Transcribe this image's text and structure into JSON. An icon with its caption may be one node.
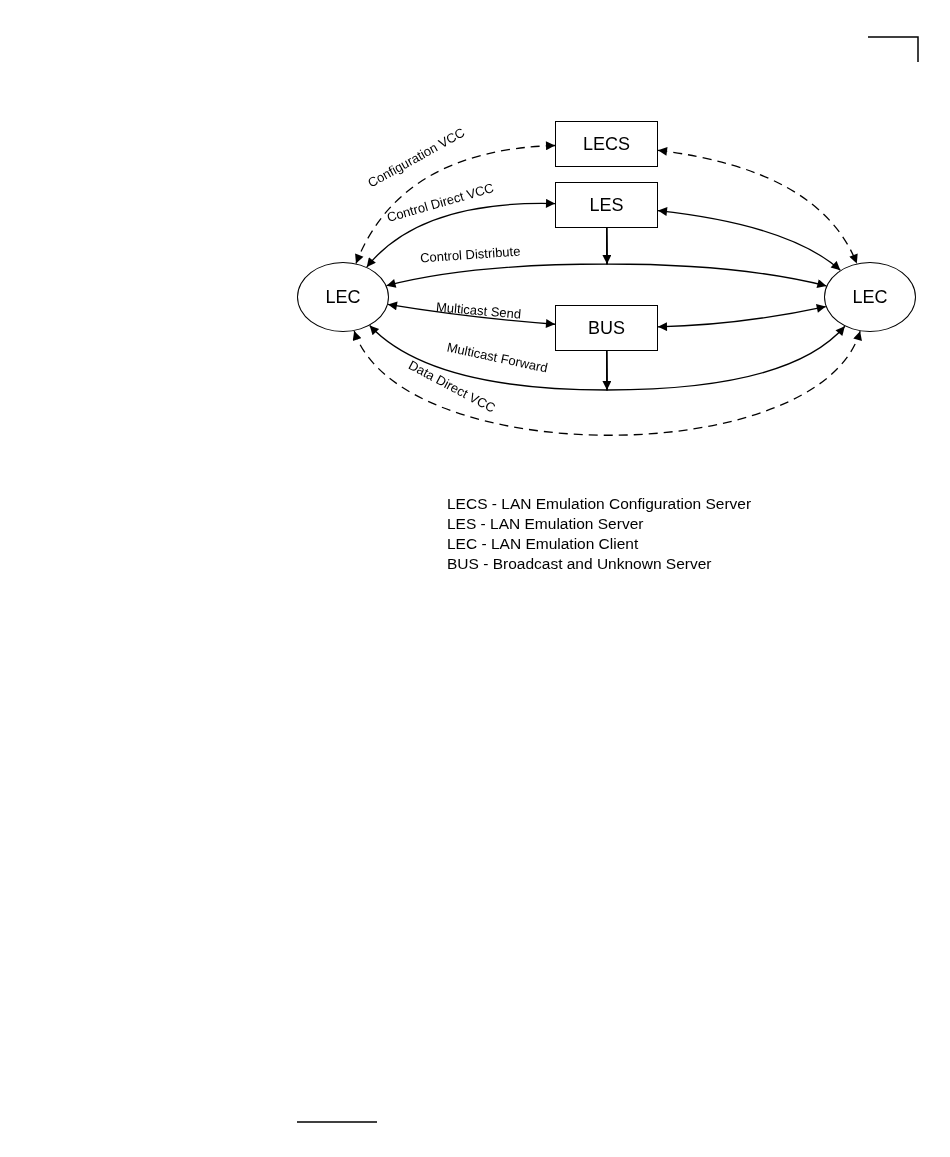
{
  "diagram": {
    "nodes": [
      {
        "text": [
          "LECS"
        ]
      },
      {
        "text": [
          "LES"
        ]
      },
      {
        "text": [
          "LEC"
        ]
      },
      {
        "text": [
          "BUS"
        ]
      },
      {
        "text": [
          "LEC"
        ]
      }
    ],
    "edges": [
      {
        "from": 0,
        "to": 2,
        "arrow": "both",
        "style": "dashed",
        "label": "Configuration VCC"
      },
      {
        "from": 0,
        "to": 4,
        "arrow": "both",
        "style": "dashed"
      },
      {
        "from": 1,
        "to": 2,
        "arrow": "both",
        "label": "Control Direct VCC"
      },
      {
        "from": 1,
        "to": 4,
        "arrow": "both"
      },
      {
        "from": 1,
        "to": 2,
        "arrow": "to",
        "label": "Control Distribute"
      },
      {
        "from": 1,
        "to": 4,
        "arrow": "to"
      },
      {
        "from": 2,
        "to": 3,
        "arrow": "both",
        "label": "Multicast Send"
      },
      {
        "from": 3,
        "to": 4,
        "arrow": "both"
      },
      {
        "from": 3,
        "to": 2,
        "arrow": "to",
        "label": "Multicast Forward"
      },
      {
        "from": 3,
        "to": 4,
        "arrow": "to"
      },
      {
        "from": 2,
        "to": 4,
        "arrow": "both",
        "style": "dashed",
        "label": "Data Direct VCC"
      }
    ],
    "labels": [
      "LECS - LAN Emulation Configuration Server",
      "LES - LAN Emulation Server",
      "LEC - LAN Emulation Client",
      "BUS - Broadcast and Unknown Server"
    ]
  }
}
